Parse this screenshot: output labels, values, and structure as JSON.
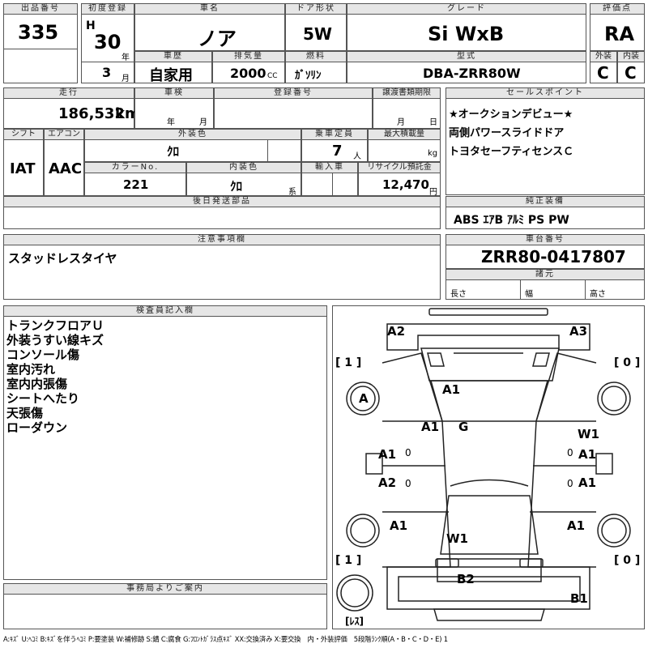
{
  "header": {
    "lot_label": "出品番号",
    "lot": "335",
    "first_reg_label": "初度登録",
    "era": "H",
    "year": "30",
    "year_unit": "年",
    "month": "3",
    "month_unit": "月",
    "name_label": "車名",
    "name": "ノア",
    "door_label": "ドア形状",
    "door": "5W",
    "grade_label": "グレード",
    "grade": "Si WxB",
    "score_label": "評価点",
    "score": "RA",
    "history_label": "車歴",
    "history": "自家用",
    "displacement_label": "排気量",
    "displacement": "2000",
    "cc_unit": "CC",
    "fuel_label": "燃料",
    "fuel": "ｶﾞｿﾘﾝ",
    "model_label": "型式",
    "model": "DBA-ZRR80W",
    "ext_label": "外装",
    "ext": "C",
    "int_label": "内装",
    "int": "C"
  },
  "row2": {
    "mileage_label": "走行",
    "mileage": "186,532",
    "km_unit": "km",
    "inspection_label": "車検",
    "insp_year_unit": "年",
    "insp_month_unit": "月",
    "regno_label": "登録番号",
    "transfer_label": "譲渡書類期限",
    "transfer_month_unit": "月",
    "transfer_day_unit": "日",
    "shift_label": "シフト",
    "shift": "IAT",
    "ac_label": "エアコン",
    "ac": "AAC",
    "color_label": "外装色",
    "color": "ｸﾛ",
    "capacity_label": "乗車定員",
    "capacity": "7",
    "capacity_unit": "人",
    "load_label": "最大積載量",
    "load_unit": "kg",
    "colorno_label": "カラーNo.",
    "colorno": "221",
    "interior_label": "内装色",
    "interior": "ｸﾛ",
    "interior_unit": "系",
    "import_label": "輸入車",
    "recycle_label": "リサイクル預託金",
    "recycle": "12,470",
    "recycle_unit": "円",
    "later_label": "後日発送部品"
  },
  "sales": {
    "label": "セールスポイント",
    "lines": [
      "★オークションデビュー★",
      "両側パワースライドドア",
      "トヨタセーフティセンスＣ"
    ]
  },
  "equipment": {
    "label": "純正装備",
    "value": "ABS ｴｱB ｱﾙﾐ PS PW"
  },
  "notes": {
    "label": "注意事項欄",
    "value": "スタッドレスタイヤ"
  },
  "chassis": {
    "label": "車台番号",
    "value": "ZRR80-0417807",
    "spec_label": "諸元",
    "length_label": "長さ",
    "width_label": "幅",
    "height_label": "高さ"
  },
  "inspector": {
    "label": "検査員記入欄",
    "lines": [
      "トランクフロアＵ",
      "外装うすい線キズ",
      "コンソール傷",
      "室内汚れ",
      "室内内張傷",
      "シートへたり",
      "天張傷",
      "ローダウン"
    ]
  },
  "office": {
    "label": "事務局よりご案内"
  },
  "diagram": {
    "labels": {
      "rear_left": "A2",
      "rear_right": "A3",
      "roof": "A1",
      "pillar": "A1",
      "glass": "G",
      "wheel_rear_left": "A",
      "left_door_upper": "A1",
      "left_door_lower": "A2",
      "left_front_fender": "A1",
      "right_door_upper_1": "W1",
      "right_door_upper_2": "A1",
      "right_door_lower": "A1",
      "right_front_fender": "A1",
      "windshield": "W1",
      "front_bumper": "B2",
      "front_lip": "B1",
      "tire_count_tl": "[ 1 ]",
      "tire_count_tr": "[ 0 ]",
      "tire_count_bl": "[ 1 ]",
      "tire_count_br": "[ 0 ]",
      "tire_left_val1": "0",
      "tire_left_val2": "0",
      "tire_right_val1": "0",
      "tire_right_val2": "0",
      "spare": "[ﾚｽ]"
    }
  },
  "legend": "A:ｷｽﾞ U:ﾍｺﾐ B:ｷｽﾞを伴うﾍｺﾐ P:要塗装 W:補修跡 S:錆 C:腐食 G:ﾌﾛﾝﾄｶﾞﾗｽ点ｷｽﾞ XX:交換済み X:要交換　内・外装評価　5段階ﾗﾝｸ順(A・B・C・D・E) 1"
}
